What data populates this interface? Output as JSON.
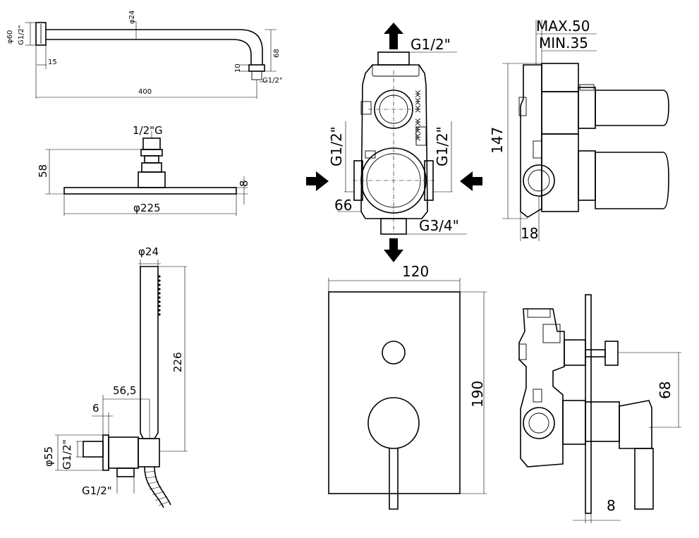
{
  "views": {
    "shower_arm": {
      "dia_base": "φ60",
      "thread_wall": "G1/2\"",
      "dia_pipe": "φ24",
      "height": "68",
      "offset": "15",
      "length": "400",
      "nut": "10",
      "thread_out": "G1/2\""
    },
    "shower_head": {
      "thread": "1/2\"G",
      "height": "58",
      "thickness": "8",
      "diameter": "φ225"
    },
    "hand_shower": {
      "dia_handle": "φ24",
      "length": "226",
      "projection": "56,5",
      "gap": "6",
      "dia_outlet": "φ55",
      "thread_wall": "G1/2\"",
      "thread_hose": "G1/2\""
    },
    "valve_front": {
      "thread_top": "G1/2\"",
      "thread_left": "G1/2\"",
      "thread_right": "G1/2\"",
      "width": "66",
      "thread_bottom": "G3/4\""
    },
    "valve_side": {
      "max": "MAX.50",
      "min": "MIN.35",
      "height": "147",
      "depth": "18"
    },
    "plate_front": {
      "width": "120",
      "height": "190"
    },
    "assembly_side": {
      "distance": "68",
      "thickness": "8"
    }
  }
}
